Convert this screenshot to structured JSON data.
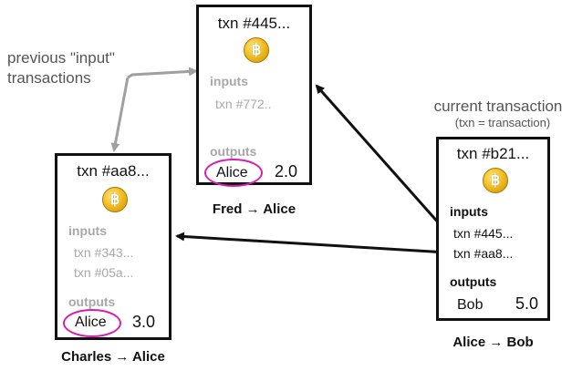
{
  "annotations": {
    "previous_inputs": [
      "previous \"input\"",
      "transactions"
    ],
    "current_title": "current transaction",
    "current_subtitle": "(txn = transaction)"
  },
  "fred_tx": {
    "title": "txn #445...",
    "inputs_label": "inputs",
    "inputs": [
      "txn #772.."
    ],
    "outputs_label": "outputs",
    "output_owner": "Alice",
    "output_amount": "2.0",
    "caption": "Fred → Alice"
  },
  "charles_tx": {
    "title": "txn #aa8...",
    "inputs_label": "inputs",
    "inputs": [
      "txn #343...",
      "txn #05a..."
    ],
    "outputs_label": "outputs",
    "output_owner": "Alice",
    "output_amount": "3.0",
    "caption": "Charles → Alice"
  },
  "current_tx": {
    "title": "txn #b21...",
    "inputs_label": "inputs",
    "inputs": [
      "txn #445...",
      "txn #aa8..."
    ],
    "outputs_label": "outputs",
    "output_owner": "Bob",
    "output_amount": "5.0",
    "caption": "Alice → Bob"
  },
  "icons": {
    "coin": "bitcoin-coin-icon",
    "coin_symbol": "฿"
  },
  "colors": {
    "highlight_ellipse": "#d61fb0",
    "arrow_black": "#111111",
    "arrow_gray": "#a0a0a0"
  }
}
